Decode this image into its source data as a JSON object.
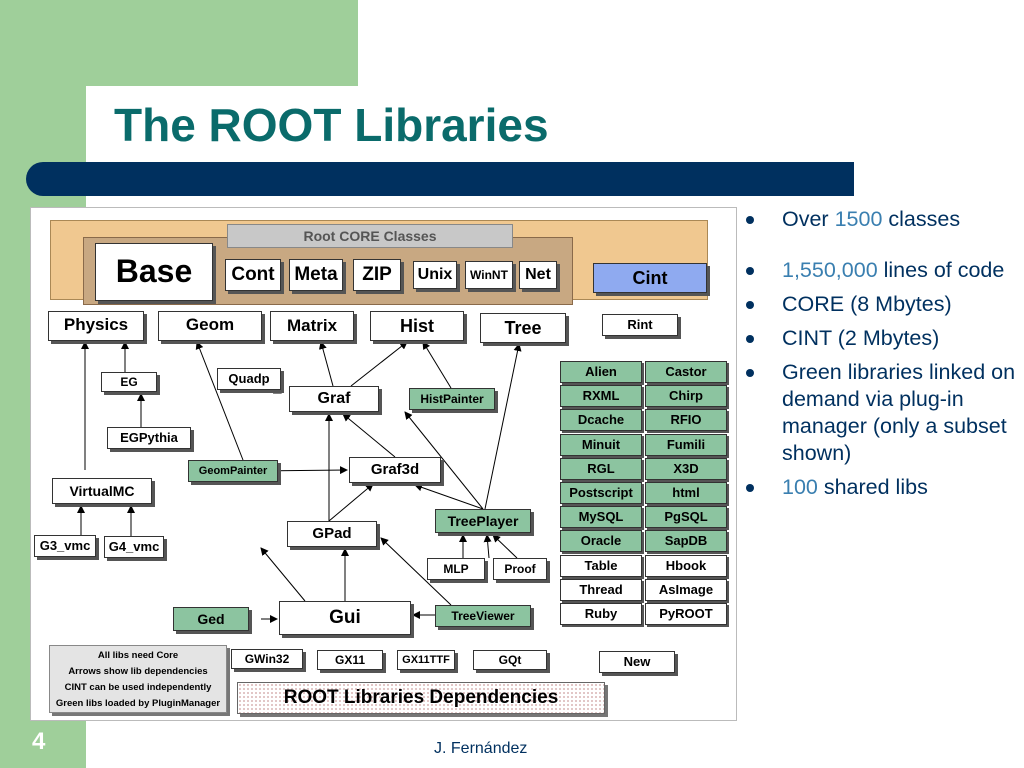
{
  "slide": {
    "title": "The ROOT Libraries",
    "page_number": "4",
    "footer": "J. Fernández"
  },
  "bullets": [
    {
      "pre": "Over ",
      "hl": "1500",
      "post": " classes"
    },
    {
      "pre": "",
      "hl": "1,550,000",
      "post": " lines of code"
    },
    {
      "pre": "CORE (8 Mbytes)",
      "hl": "",
      "post": ""
    },
    {
      "pre": "CINT (2 Mbytes)",
      "hl": "",
      "post": ""
    },
    {
      "pre": "Green libraries linked on demand via plug-in manager (only a subset shown)",
      "hl": "",
      "post": ""
    },
    {
      "pre": "",
      "hl": "100",
      "post": " shared libs"
    }
  ],
  "diagram": {
    "core_label": "Root CORE Classes",
    "core_libs": {
      "base": "Base",
      "cont": "Cont",
      "meta": "Meta",
      "zip": "ZIP",
      "unix": "Unix",
      "winnt": "WinNT",
      "net": "Net",
      "cint": "Cint"
    },
    "top_libs": {
      "physics": "Physics",
      "geom": "Geom",
      "matrix": "Matrix",
      "hist": "Hist",
      "tree": "Tree",
      "rint": "Rint"
    },
    "nodes": {
      "eg": "EG",
      "egpythia": "EGPythia",
      "virtualmc": "VirtualMC",
      "g3vmc": "G3_vmc",
      "g4vmc": "G4_vmc",
      "quadp": "Quadp",
      "graf": "Graf",
      "histpainter": "HistPainter",
      "geompainter": "GeomPainter",
      "graf3d": "Graf3d",
      "gpad": "GPad",
      "treeplayer": "TreePlayer",
      "mlp": "MLP",
      "proof": "Proof",
      "ged": "Ged",
      "gui": "Gui",
      "treeviewer": "TreeViewer",
      "gwin32": "GWin32",
      "gx11": "GX11",
      "gx11ttf": "GX11TTF",
      "gqt": "GQt",
      "new": "New"
    },
    "libs_left": [
      {
        "name": "Alien",
        "green": true
      },
      {
        "name": "RXML",
        "green": true
      },
      {
        "name": "Dcache",
        "green": true
      },
      {
        "name": "Minuit",
        "green": true
      },
      {
        "name": "RGL",
        "green": true
      },
      {
        "name": "Postscript",
        "green": true
      },
      {
        "name": "MySQL",
        "green": true
      },
      {
        "name": "Oracle",
        "green": true
      },
      {
        "name": "Table",
        "green": false
      },
      {
        "name": "Thread",
        "green": false
      },
      {
        "name": "Ruby",
        "green": false
      }
    ],
    "libs_right": [
      {
        "name": "Castor",
        "green": true
      },
      {
        "name": "Chirp",
        "green": true
      },
      {
        "name": "RFIO",
        "green": true
      },
      {
        "name": "Fumili",
        "green": true
      },
      {
        "name": "X3D",
        "green": true
      },
      {
        "name": "html",
        "green": true
      },
      {
        "name": "PgSQL",
        "green": true
      },
      {
        "name": "SapDB",
        "green": true
      },
      {
        "name": "Hbook",
        "green": false
      },
      {
        "name": "AsImage",
        "green": false
      },
      {
        "name": "PyROOT",
        "green": false
      }
    ],
    "notes": [
      "All libs need Core",
      "Arrows show lib dependencies",
      "CINT can be used independently",
      "Green libs loaded by PluginManager"
    ],
    "deps_title": "ROOT Libraries Dependencies"
  },
  "colors": {
    "title": "#0a6b6b",
    "navy": "#00305f",
    "green_lib": "#8cc4a0",
    "cint": "#8faaf0",
    "strip": "#9fcf9a"
  }
}
